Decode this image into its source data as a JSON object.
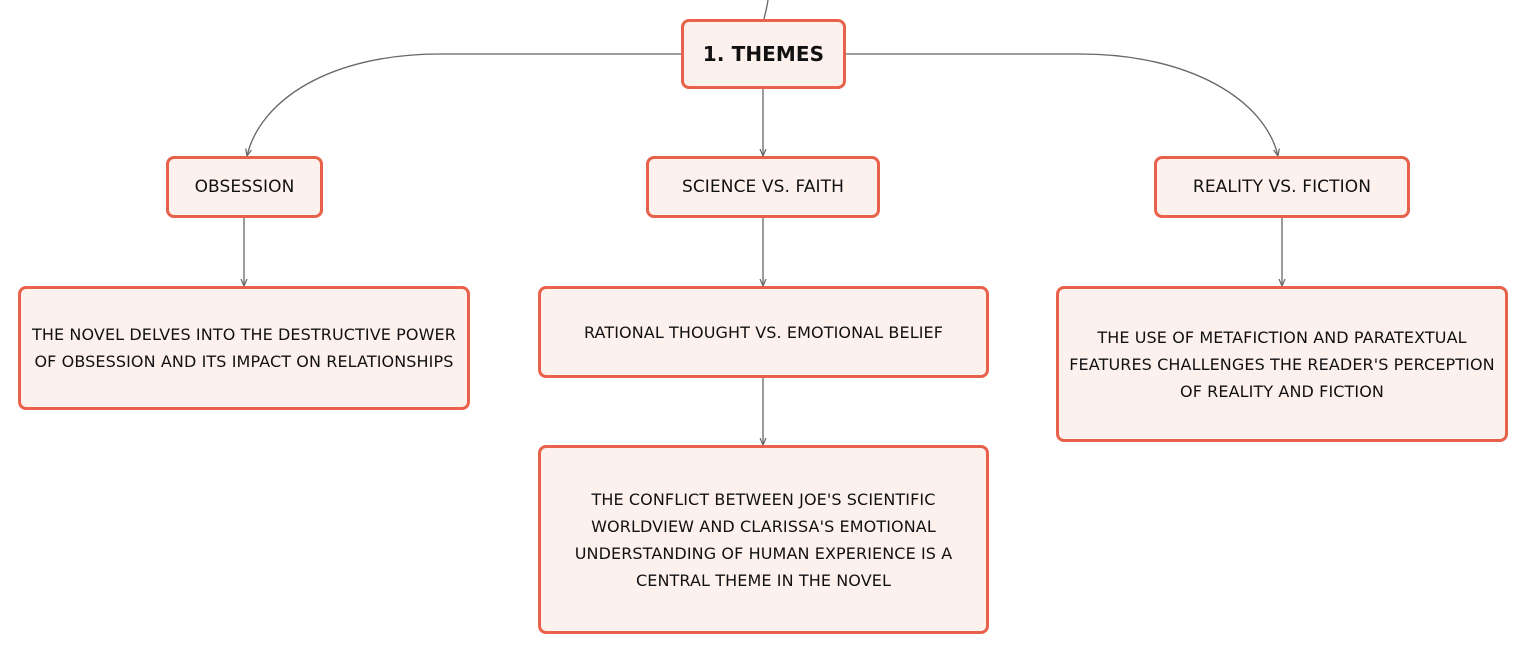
{
  "diagram": {
    "root": {
      "label": "1. THEMES"
    },
    "themes": [
      {
        "label": "OBSESSION",
        "details": [
          "THE NOVEL DELVES INTO THE DESTRUCTIVE POWER OF OBSESSION AND ITS IMPACT ON RELATIONSHIPS"
        ]
      },
      {
        "label": "SCIENCE VS. FAITH",
        "details": [
          "RATIONAL THOUGHT VS. EMOTIONAL BELIEF",
          "THE CONFLICT BETWEEN JOE'S SCIENTIFIC WORLDVIEW AND CLARISSA'S EMOTIONAL UNDERSTANDING OF HUMAN EXPERIENCE IS A CENTRAL THEME IN THE NOVEL"
        ]
      },
      {
        "label": "REALITY VS. FICTION",
        "details": [
          "THE USE OF METAFICTION AND PARATEXTUAL FEATURES CHALLENGES THE READER'S PERCEPTION OF REALITY AND FICTION"
        ]
      }
    ]
  },
  "colors": {
    "node_border": "#e8624b",
    "node_fill": "#fdf1ee",
    "connector": "#666666",
    "text": "#111111"
  }
}
